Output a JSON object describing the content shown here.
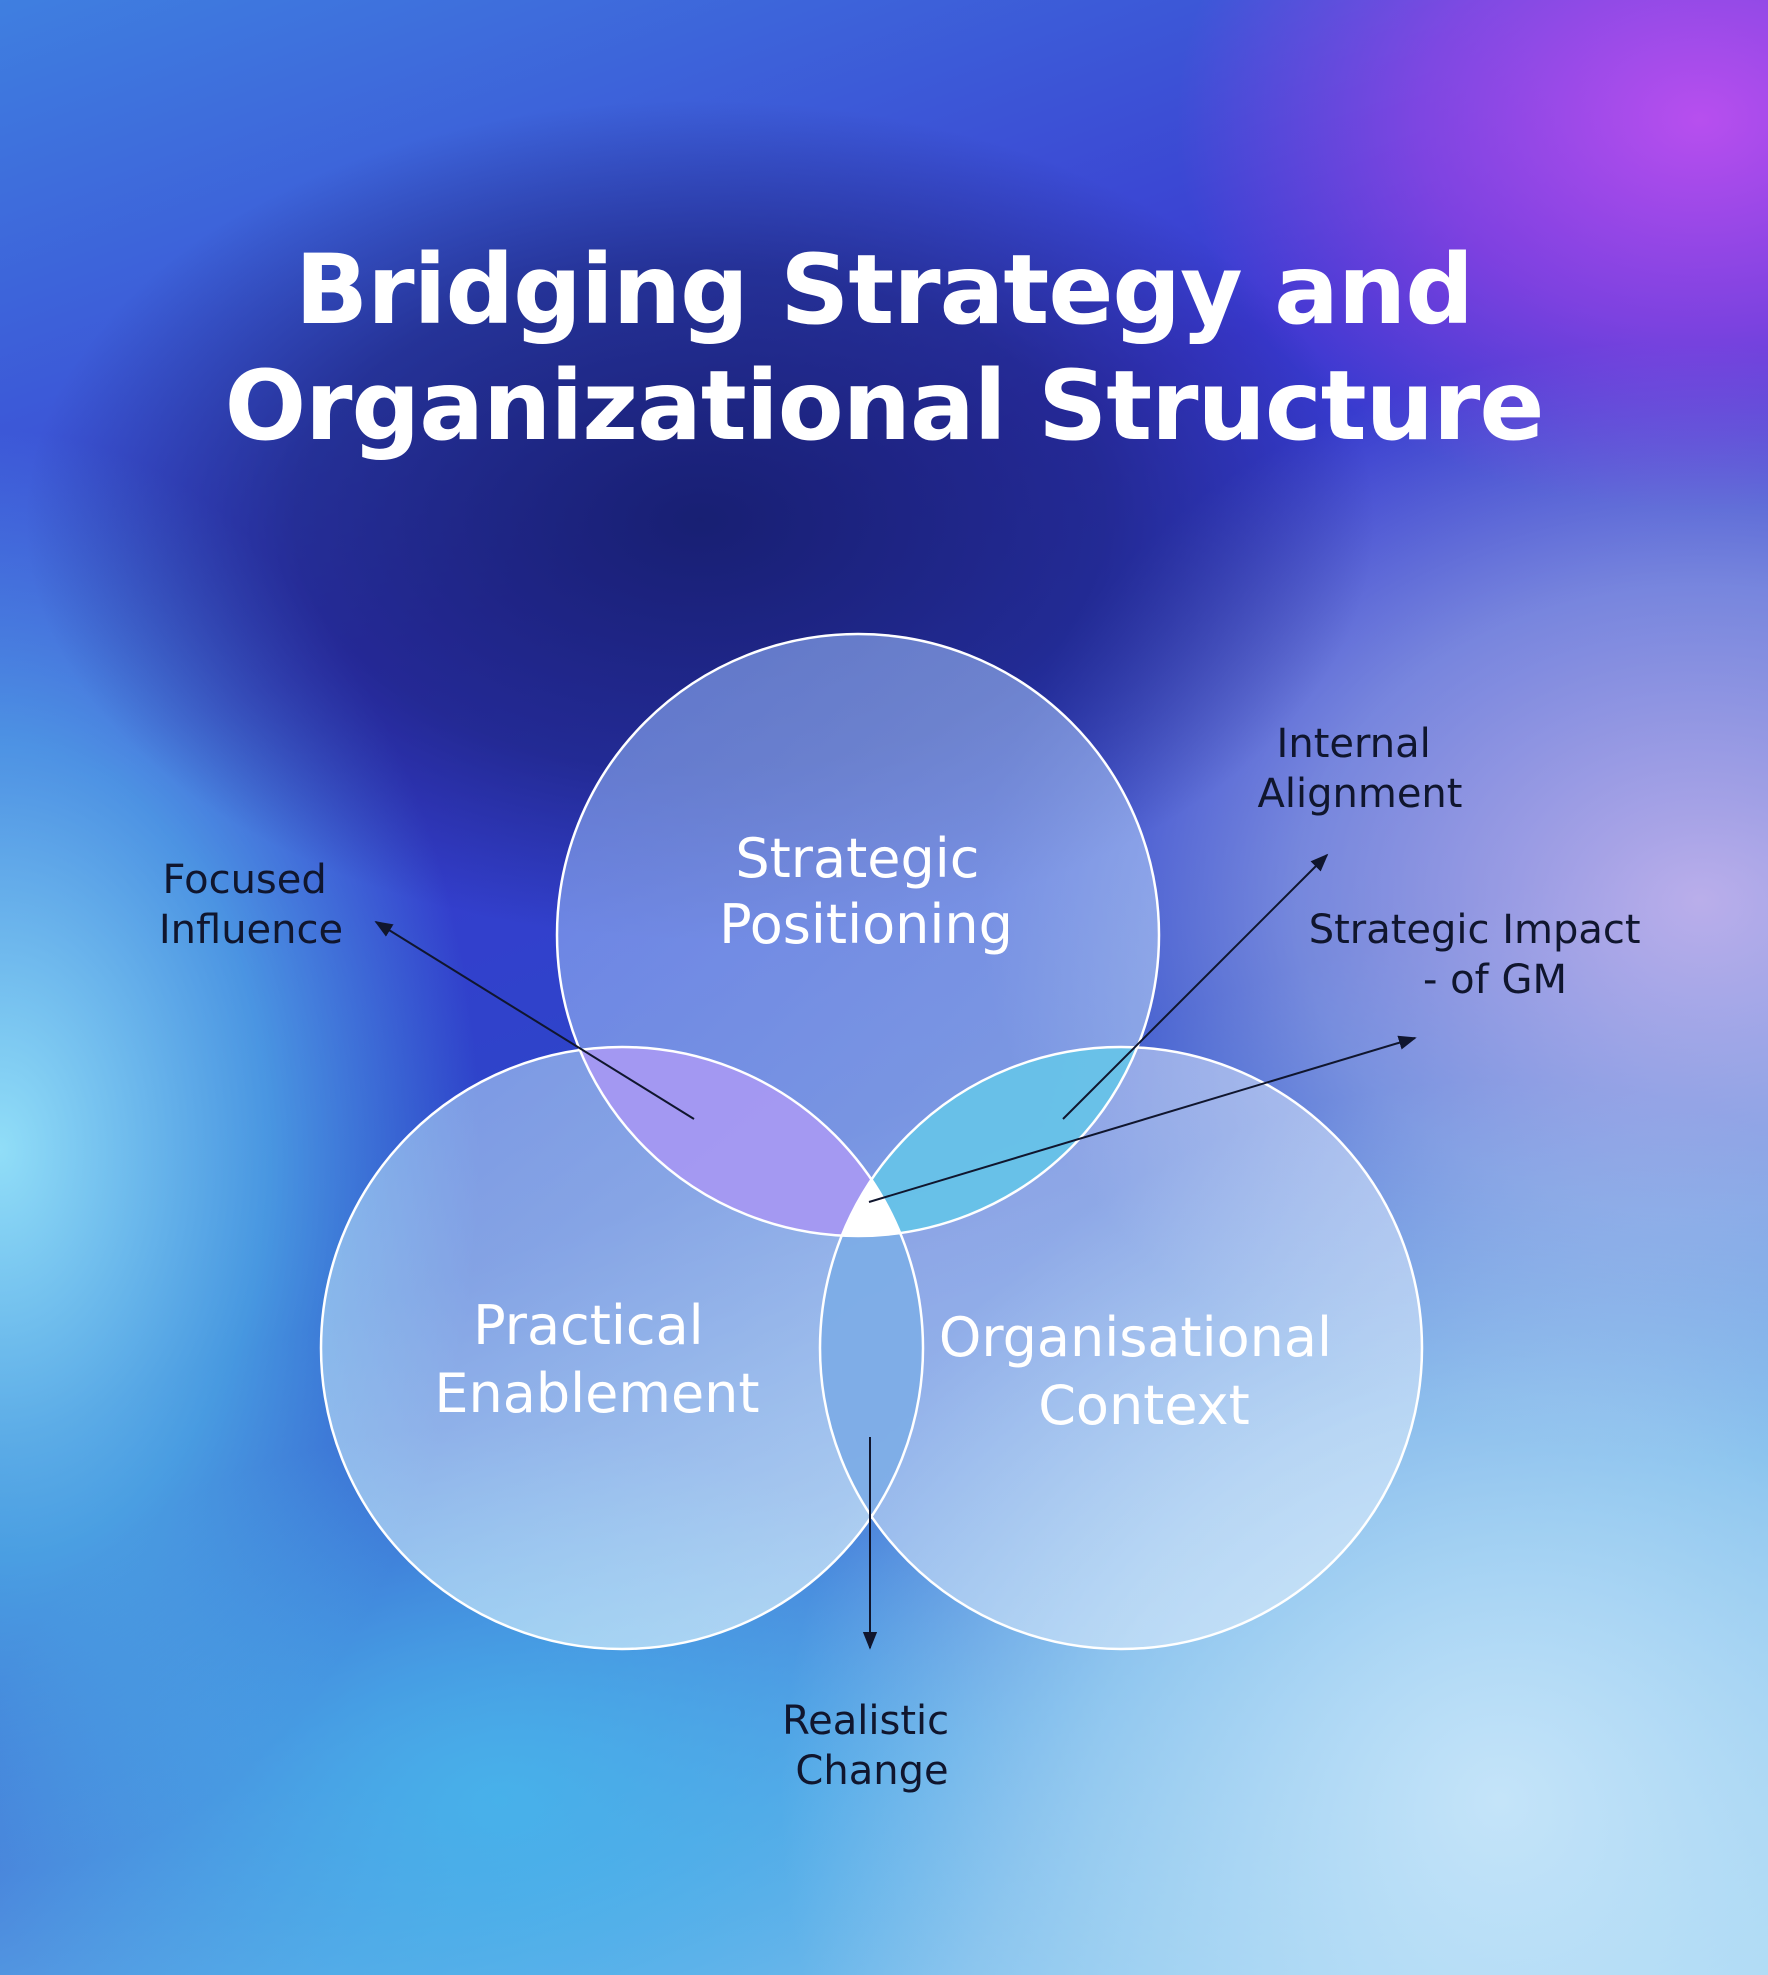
{
  "title": {
    "line1": "Bridging Strategy and",
    "line2": "Organizational Structure"
  },
  "circles": {
    "top": {
      "line1": "Strategic",
      "line2": "Positioning"
    },
    "left": {
      "line1": "Practical",
      "line2": "Enablement"
    },
    "right": {
      "line1": "Organisational",
      "line2": "Context"
    }
  },
  "overlaps": {
    "top_left": {
      "line1": "Focused",
      "line2": "Influence"
    },
    "top_right": {
      "line1": "Internal",
      "line2": "Alignment"
    },
    "center": {
      "line1": "Strategic Impact",
      "line2": "- of GM"
    },
    "left_right": {
      "line1": "Realistic",
      "line2": "Change"
    }
  },
  "colors": {
    "circle_stroke": "#ffffff",
    "overlap_top_left": "#a394f2",
    "overlap_top_right": "#5cc0e6",
    "overlap_left_right": "#78a8e6",
    "center": "#ffffff",
    "annotation_text": "#10162e",
    "title_text": "#ffffff"
  }
}
